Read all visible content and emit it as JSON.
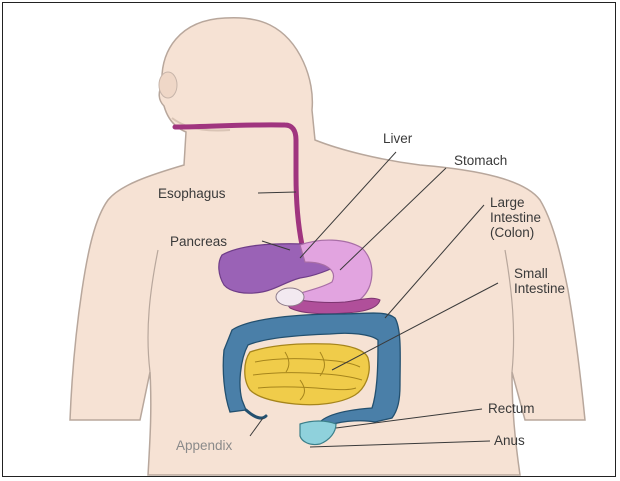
{
  "labels": {
    "liver": "Liver",
    "stomach": "Stomach",
    "esophagus": "Esophagus",
    "large_intestine_1": "Large",
    "large_intestine_2": "Intestine",
    "large_intestine_3": "(Colon)",
    "pancreas": "Pancreas",
    "small_intestine_1": "Small",
    "small_intestine_2": "Intestine",
    "rectum": "Rectum",
    "anus": "Anus",
    "appendix": "Appendix"
  },
  "colors": {
    "skin": "#f6e2d4",
    "outline": "#b8a79c",
    "esophagus": "#a0357f",
    "liver": "#9a62b6",
    "stomach": "#e2a4e0",
    "colon": "#4a7fa8",
    "small_intestine": "#f0cc4a",
    "rectum": "#8fd1dc"
  }
}
